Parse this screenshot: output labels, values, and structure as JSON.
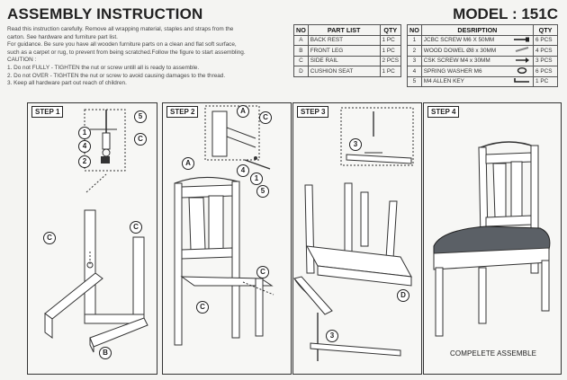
{
  "header": {
    "title": "ASSEMBLY INSTRUCTION",
    "model": "MODEL : 151C"
  },
  "instructions": [
    "Read this instruction carefully. Remove all wrapping material, staples and straps from the",
    "carton. See hardware and furniture part list.",
    "For guidance. Be sure you have all wooden furniture parts on a clean and flat soft surface,",
    "such as a carpet or rug, to prevent from being scratched.Follow the figure to start assembling.",
    "CAUTION :",
    "1. Do not FULLY - TIGHTEN the nut or screw untill all is ready to assemble.",
    "2. Do not OVER - TIGHTEN the nut or screw to avoid causing damages to the thread.",
    "3. Keep all hardware part out reach of children."
  ],
  "part_list": {
    "headers": [
      "NO",
      "PART LIST",
      "QTY"
    ],
    "rows": [
      [
        "A",
        "BACK REST",
        "1 PC"
      ],
      [
        "B",
        "FRONT LEG",
        "1 PC"
      ],
      [
        "C",
        "SIDE RAIL",
        "2 PCS"
      ],
      [
        "D",
        "CUSHION SEAT",
        "1 PC"
      ]
    ]
  },
  "hardware_list": {
    "headers": [
      "NO",
      "DESRIPTION",
      "QTY"
    ],
    "rows": [
      {
        "no": "1",
        "desc": "JCBC SCREW M6 X 50MM",
        "qty": "6 PCS",
        "icon": "bolt-icon"
      },
      {
        "no": "2",
        "desc": "WOOD DOWEL Ø8 x 30MM",
        "qty": "4 PCS",
        "icon": "dowel-icon"
      },
      {
        "no": "3",
        "desc": "CSK SCREW M4 x 30MM",
        "qty": "3 PCS",
        "icon": "screw-icon"
      },
      {
        "no": "4",
        "desc": "SPRING WASHER M6",
        "qty": "6 PCS",
        "icon": "washer-icon"
      },
      {
        "no": "5",
        "desc": "M4 ALLEN KEY",
        "qty": "1 PC",
        "icon": "allen-key-icon"
      }
    ]
  },
  "steps": [
    {
      "label": "STEP 1"
    },
    {
      "label": "STEP 2"
    },
    {
      "label": "STEP 3"
    },
    {
      "label": "STEP 4",
      "caption": "COMPELETE ASSEMBLE"
    }
  ],
  "callouts": {
    "one": "1",
    "two": "2",
    "three": "3",
    "four": "4",
    "five": "5",
    "A": "A",
    "B": "B",
    "C": "C",
    "D": "D"
  }
}
